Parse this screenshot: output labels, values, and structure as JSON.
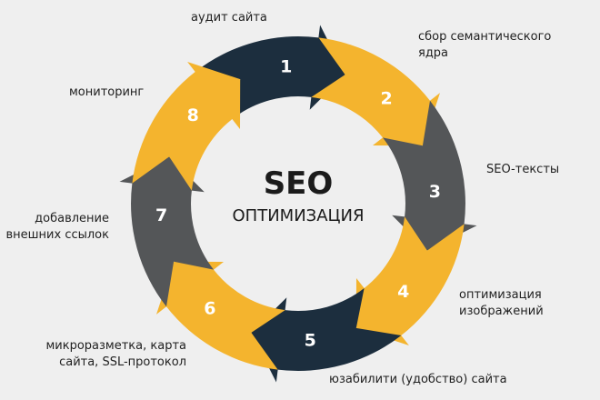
{
  "center": {
    "title": "SEO",
    "subtitle": "ОПТИМИЗАЦИЯ"
  },
  "colors": {
    "navy": "#1c2e3e",
    "yellow": "#f4b42e",
    "gray": "#545658",
    "background": "#efefef"
  },
  "steps": [
    {
      "number": "1",
      "label": "аудит сайта",
      "color": "#1c2e3e"
    },
    {
      "number": "2",
      "label": "сбор семантического\nядра",
      "color": "#f4b42e"
    },
    {
      "number": "3",
      "label": "SEO-тексты",
      "color": "#545658"
    },
    {
      "number": "4",
      "label": "оптимизация\nизображений",
      "color": "#f4b42e"
    },
    {
      "number": "5",
      "label": "юзабилити (удобство) сайта",
      "color": "#1c2e3e"
    },
    {
      "number": "6",
      "label": "микроразметка, карта\nсайта, SSL-протокол",
      "color": "#f4b42e"
    },
    {
      "number": "7",
      "label": "добавление\nвнешних ссылок",
      "color": "#545658"
    },
    {
      "number": "8",
      "label": "мониторинг",
      "color": "#f4b42e"
    }
  ]
}
